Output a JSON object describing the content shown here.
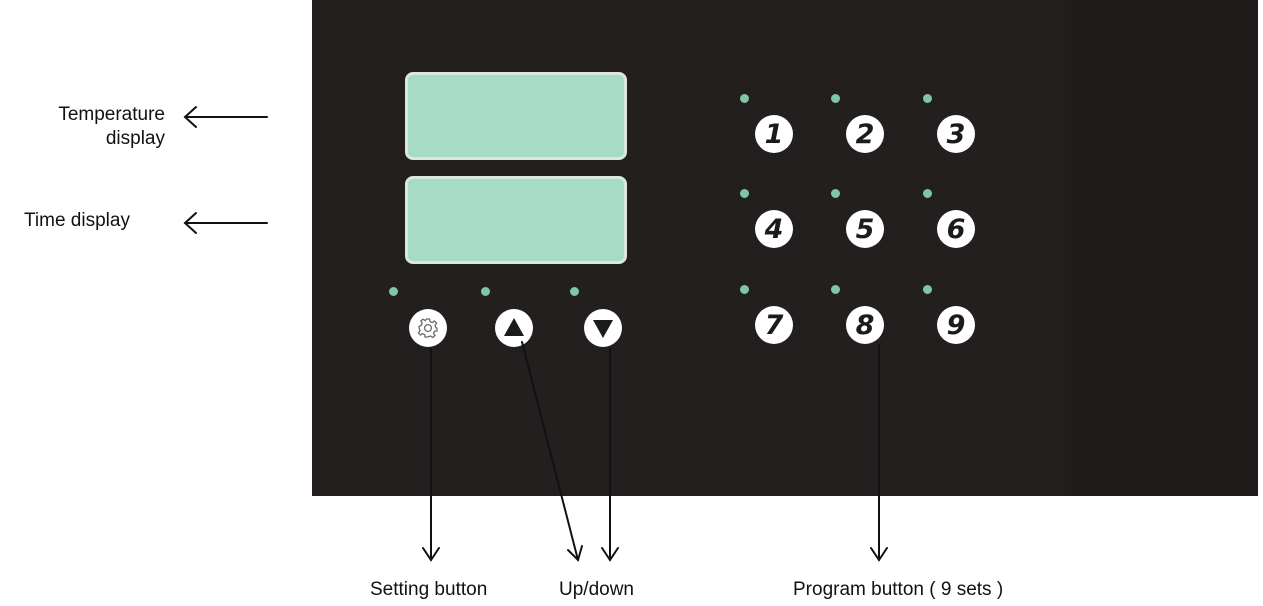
{
  "labels": {
    "temperature_line1": "Temperature",
    "temperature_line2": "display",
    "time": "Time display",
    "setting": "Setting button",
    "updown": "Up/down",
    "program": "Program button ( 9 sets )"
  },
  "program_buttons": [
    "1",
    "2",
    "3",
    "4",
    "5",
    "6",
    "7",
    "8",
    "9"
  ],
  "icons": {
    "setting": "gear-icon",
    "up": "triangle-up-icon",
    "down": "triangle-down-icon"
  },
  "colors": {
    "panel": "#231f1e",
    "display": "#a6dcc7",
    "led": "#7fc6a4",
    "button": "#ffffff"
  }
}
